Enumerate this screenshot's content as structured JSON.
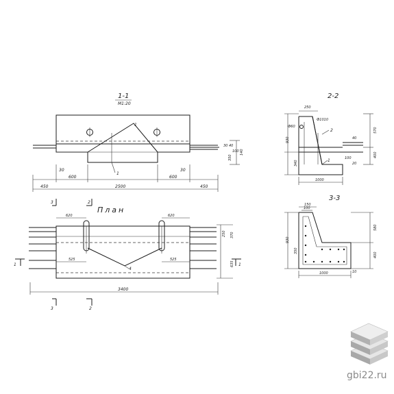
{
  "drawing": {
    "section_1_1": {
      "title": "1-1",
      "scale": "M1:20",
      "callout_1": "1",
      "callout_2": "1",
      "dim_30_left": "30",
      "dim_600_left": "600",
      "dim_30_right": "30",
      "dim_600_right": "600",
      "dim_450": "450",
      "dim_2500": "2500",
      "dim_450_right": "450",
      "dim_350": "350",
      "dim_140": "140",
      "dim_40": "40",
      "dim_30_v": "30",
      "dim_100": "100"
    },
    "plan": {
      "title": "План",
      "marker_3_top": "3",
      "marker_2_top": "2",
      "marker_3_bottom": "3",
      "marker_2_bottom": "2",
      "marker_1_left": "1",
      "marker_1_right": "1",
      "dim_620_left": "620",
      "dim_620_right": "620",
      "dim_525_left": "525",
      "dim_525_right": "525",
      "callout_4": "4",
      "dim_3400": "3400",
      "dim_250": "250",
      "dim_370": "370",
      "dim_635": "635"
    },
    "section_2_2": {
      "title": "2-2",
      "dim_250": "250",
      "dim_1010": "Ф1010",
      "dim_60": "Ф60",
      "callout_2": "2",
      "callout_1": "1",
      "dim_930": "930",
      "dim_340": "340",
      "dim_570": "570",
      "dim_400": "400",
      "dim_1000": "1000",
      "dim_40": "40",
      "dim_20": "20",
      "dim_100": "100"
    },
    "section_3_3": {
      "title": "3-3",
      "dim_150": "150",
      "dim_100": "100",
      "dim_930": "930",
      "dim_350": "350",
      "dim_580": "580",
      "dim_400": "400",
      "dim_1000": "1000",
      "dim_10": "10"
    }
  },
  "branding": {
    "site": "gbi22.ru",
    "logo_icon": "stacked-slabs-icon",
    "colors": {
      "slab_light": "#e6e6e6",
      "slab_mid": "#c8c8c8",
      "slab_dark": "#a8a8a8"
    }
  }
}
